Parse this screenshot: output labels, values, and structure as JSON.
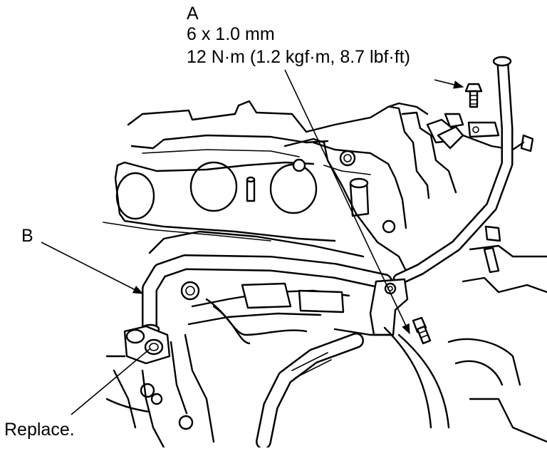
{
  "labels": {
    "a": {
      "letter": "A",
      "size": "6 x 1.0 mm",
      "torque": "12 N·m (1.2 kgf·m, 8.7 lbf·ft)"
    },
    "b": {
      "letter": "B"
    },
    "replace": "Replace."
  }
}
